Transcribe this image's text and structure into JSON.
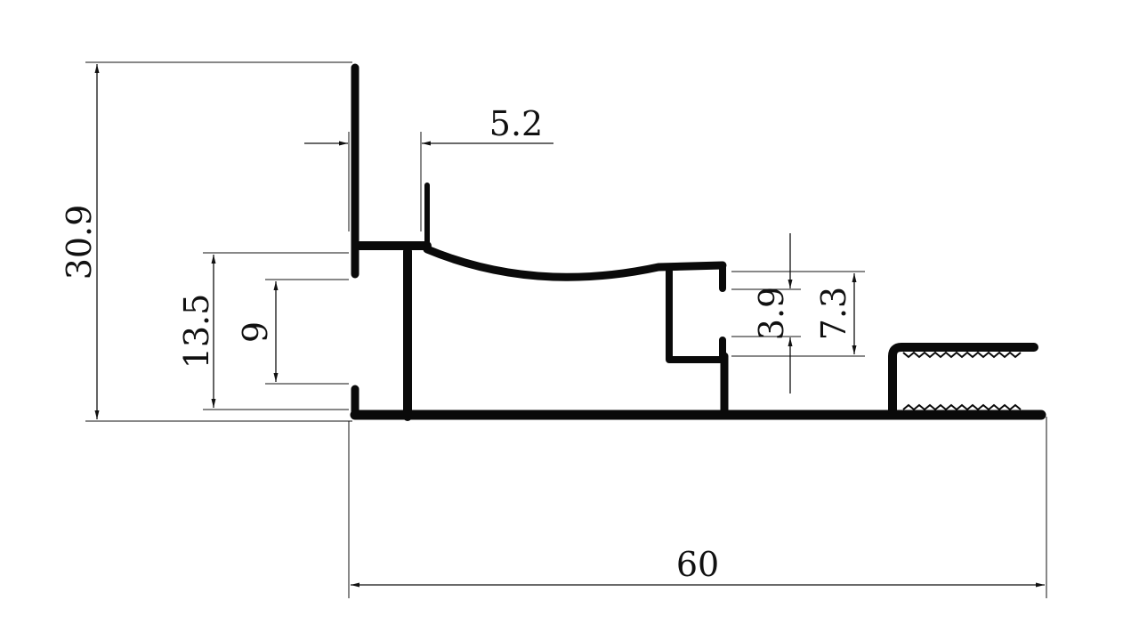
{
  "drawing": {
    "dimensions": {
      "overall_height": "30.9",
      "lip_offset": "5.2",
      "opening_height": "13.5",
      "inner_opening": "9",
      "slot_width": "3.9",
      "channel_height": "7.3",
      "overall_width": "60"
    },
    "colors": {
      "profile": "#0a0a0a",
      "lines": "#111111",
      "background": "#ffffff"
    }
  }
}
